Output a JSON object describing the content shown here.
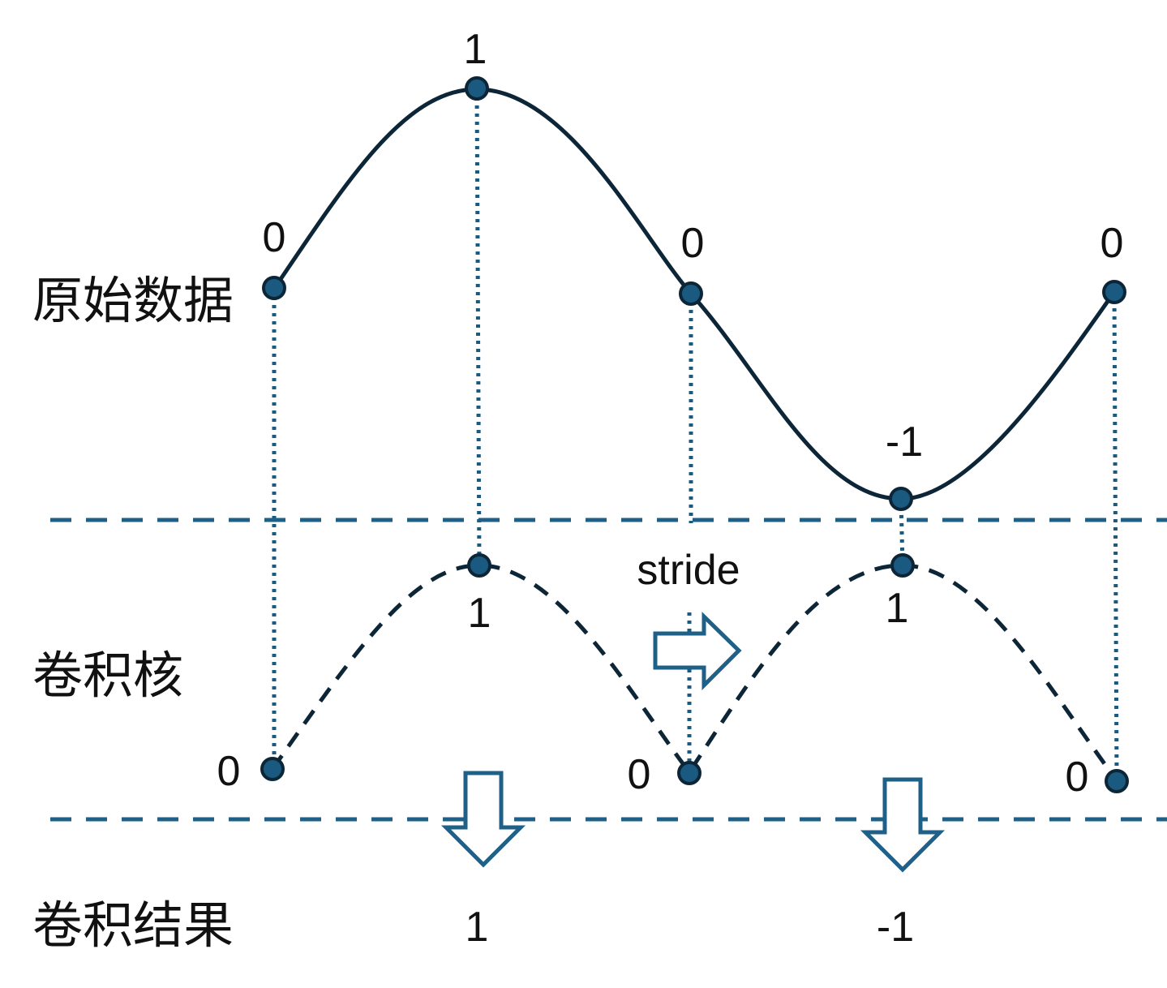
{
  "labels": {
    "original_data": "原始数据",
    "kernel": "卷积核",
    "result": "卷积结果",
    "stride": "stride"
  },
  "original_values": [
    "0",
    "1",
    "0",
    "-1",
    "0"
  ],
  "kernel_values": [
    "0",
    "1",
    "0",
    "1",
    "0"
  ],
  "result_values": [
    "1",
    "-1"
  ],
  "colors": {
    "curve": "#0c2638",
    "point": "#1b5a80",
    "dotted": "#1b5a80",
    "dashed_separator": "#1f6088",
    "arrow": "#1f6088",
    "text": "#111111"
  }
}
